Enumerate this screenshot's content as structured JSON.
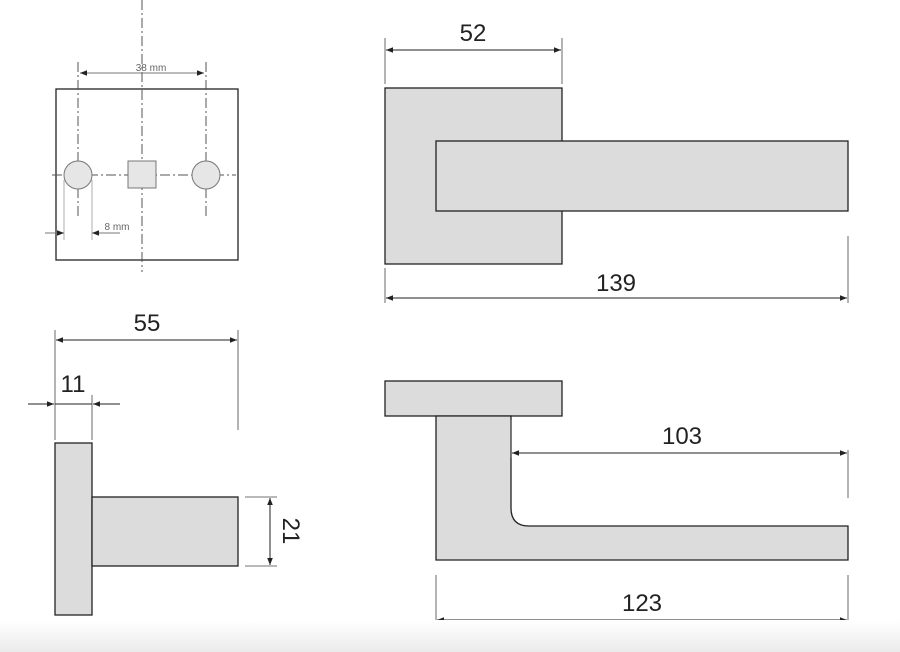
{
  "drawing": {
    "mounting_plate": {
      "hole_spacing": "38 mm",
      "hole_diameter": "8 mm"
    },
    "front_view": {
      "rosette_width": "52",
      "total_length": "139"
    },
    "side_view": {
      "projection": "55",
      "rosette_thickness": "11",
      "lever_height": "21"
    },
    "top_view": {
      "grip_length": "103",
      "lever_length": "123"
    },
    "colors": {
      "part_fill": "#dcdcdc",
      "line": "#222222"
    }
  }
}
